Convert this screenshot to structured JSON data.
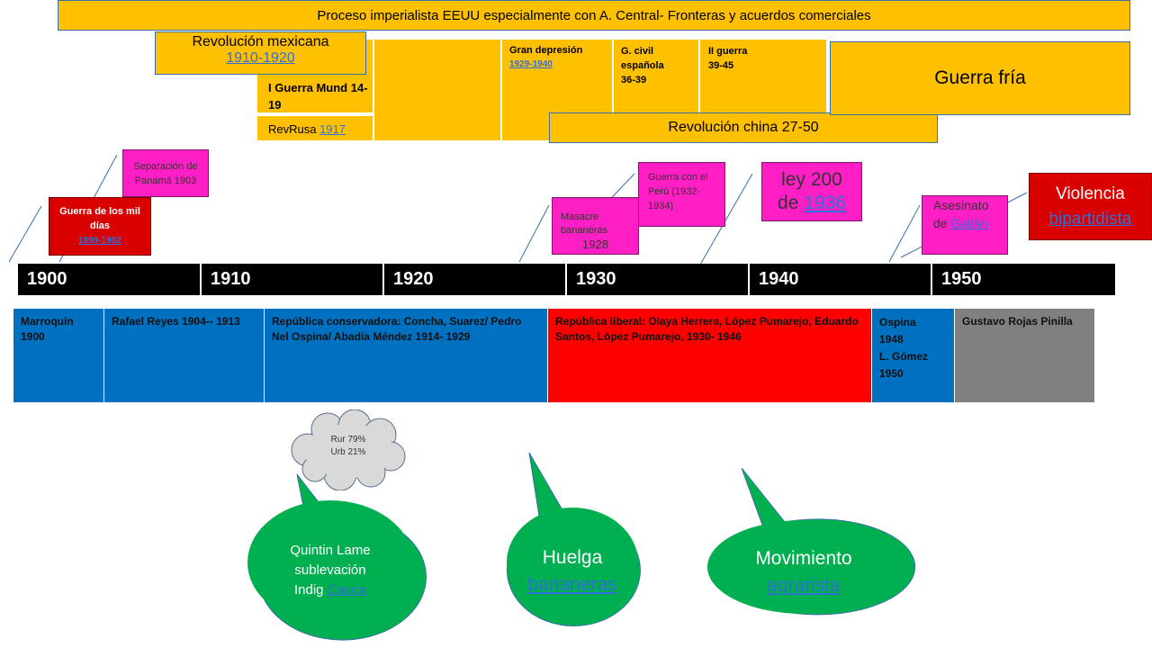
{
  "banners": {
    "imperialist": "Proceso imperialista EEUU especialmente con A. Central- Fronteras y acuerdos comerciales",
    "mexican_revolution": {
      "title": "Revolución mexicana",
      "years": "1910-1920"
    },
    "ww1": "I Guerra Mund 14-19",
    "russian_revolution": {
      "label": "RevRusa ",
      "year": "1917"
    },
    "great_depression": {
      "title": "Gran depresión",
      "years": "1929-1940"
    },
    "spanish_civil_war": {
      "line1": "G. civil",
      "line2": "española",
      "line3": "36-39"
    },
    "ww2": {
      "line1": "II guerra",
      "line2": "39-45"
    },
    "chinese_revolution": "Revolución china 27-50",
    "cold_war": "Guerra fría"
  },
  "events": {
    "panama": "Separación de Panamá 1903",
    "thousand_days": {
      "title": "Guerra de los mil días",
      "years": "1899-1902"
    },
    "banana_massacre": {
      "title": "Masacre bananeras",
      "year": "1928"
    },
    "peru_war": "Guerra con el Perú  (1932-1934)",
    "law200": {
      "line1": "ley 200",
      "prefix": "de ",
      "year": "1936"
    },
    "gaitan": {
      "line1": "Asesinato",
      "prefix": "de ",
      "name": "Gaitán"
    },
    "bipartisan_violence": {
      "line1": "Violencia",
      "line2": "bipartidista"
    }
  },
  "timeline": [
    "1900",
    "1910",
    "1920",
    "1930",
    "1940",
    "1950"
  ],
  "periods": [
    {
      "text": "Marroquín 1900",
      "color": "#0070C0"
    },
    {
      "text": "Rafael Reyes  1904-- 1913",
      "color": "#0070C0"
    },
    {
      "text": "República conservadora: Concha, Suarez/ Pedro Nel Ospina/ Abadía Méndez 1914- 1929",
      "color": "#0070C0"
    },
    {
      "text": "República liberal: Olaya Herrera, López Pumarejo, Eduardo Santos, López Pumarejo, 1930- 1946",
      "color": "#FF0000"
    },
    {
      "line1": "Ospina",
      "line2": "1948",
      "line3": "L. Gómez",
      "line4": "1950",
      "color": "#0070C0"
    },
    {
      "text": "Gustavo Rojas Pinilla",
      "color": "#808080"
    }
  ],
  "cloud": {
    "line1": "Rur 79%",
    "line2": "Urb 21%"
  },
  "callouts": {
    "quintin": {
      "line1": "Quintin Lame",
      "line2": "sublevación",
      "line3": "Indig ",
      "link": "Cauca"
    },
    "huelga": {
      "line1": "Huelga",
      "link": "bananeras"
    },
    "agrario": {
      "line1": "Movimiento",
      "link": "agrarista"
    }
  },
  "colors": {
    "gold": "#FFC000",
    "pink": "#FF1FC4",
    "red": "#D90000",
    "blue": "#0070C0",
    "gray": "#808080",
    "green": "#00B050",
    "black": "#000000"
  }
}
